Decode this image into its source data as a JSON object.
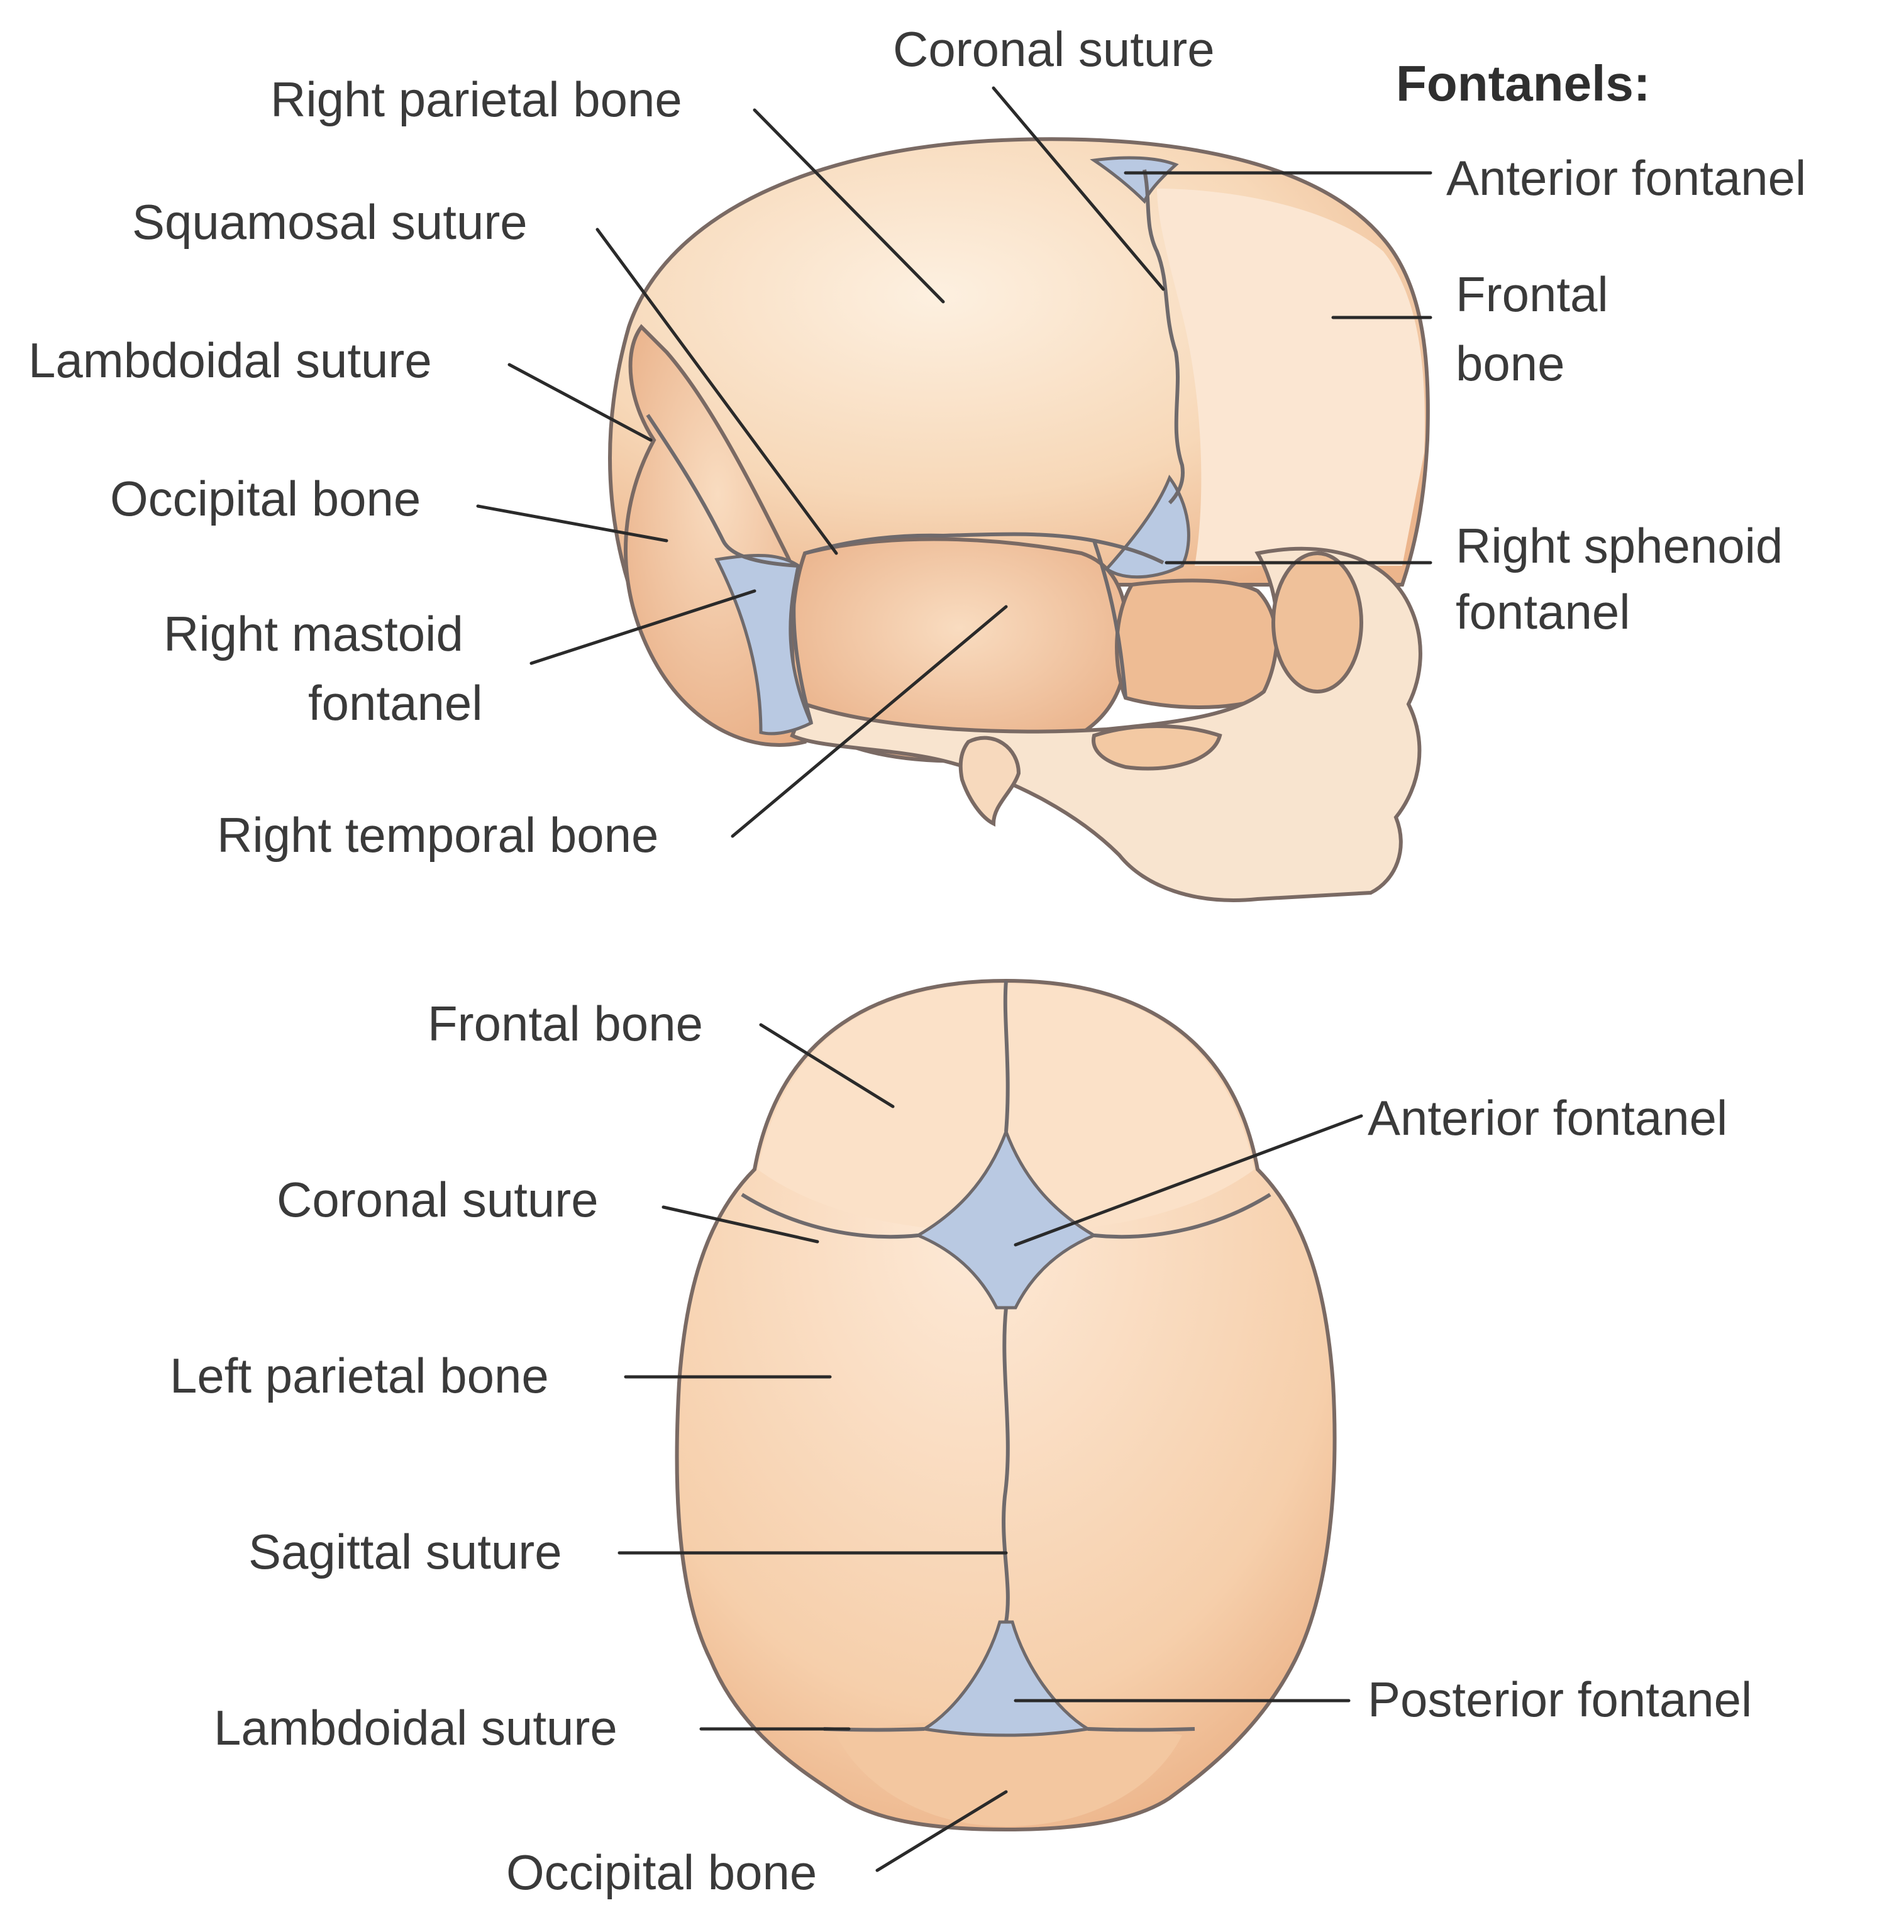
{
  "colors": {
    "bone_light": "#fbe6cf",
    "bone_mid": "#f5cfa9",
    "bone_dark": "#eab38a",
    "fontanel": "#b9c9e2",
    "suture_line": "#6f6a6c",
    "label_text": "#3a3a3a"
  },
  "lateral_view": {
    "header": "Fontanels:",
    "labels": {
      "coronal_suture": "Coronal suture",
      "right_parietal_bone": "Right parietal bone",
      "squamosal_suture": "Squamosal suture",
      "lambdoidal_suture": "Lambdoidal suture",
      "occipital_bone": "Occipital bone",
      "right_mastoid_fontanel_1": "Right mastoid",
      "right_mastoid_fontanel_2": "fontanel",
      "right_temporal_bone": "Right temporal bone",
      "anterior_fontanel": "Anterior fontanel",
      "frontal_bone_1": "Frontal",
      "frontal_bone_2": "bone",
      "right_sphenoid_fontanel_1": "Right sphenoid",
      "right_sphenoid_fontanel_2": "fontanel"
    }
  },
  "superior_view": {
    "labels": {
      "frontal_bone": "Frontal bone",
      "anterior_fontanel": "Anterior fontanel",
      "coronal_suture": "Coronal suture",
      "left_parietal_bone": "Left parietal bone",
      "sagittal_suture": "Sagittal suture",
      "lambdoidal_suture": "Lambdoidal suture",
      "posterior_fontanel": "Posterior fontanel",
      "occipital_bone": "Occipital bone"
    }
  }
}
